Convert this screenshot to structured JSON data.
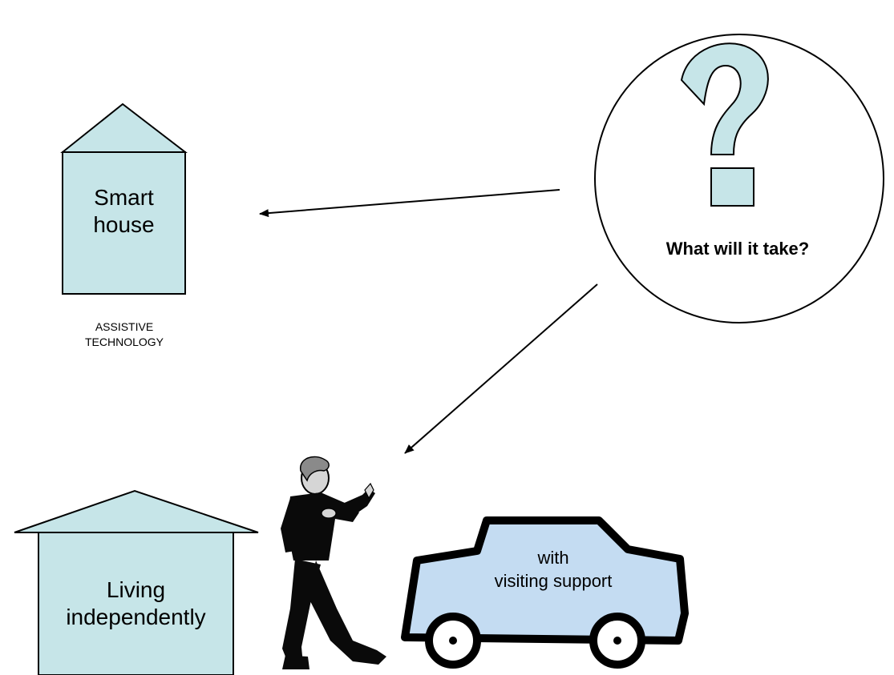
{
  "smart_house": {
    "line1": "Smart",
    "line2": "house"
  },
  "assistive_tech": {
    "line1": "ASSISTIVE",
    "line2": "TECHNOLOGY"
  },
  "question": {
    "caption": "What will it take?"
  },
  "independent_house": {
    "line1": "Living",
    "line2": "independently"
  },
  "car": {
    "line1": "with",
    "line2": "visiting support"
  },
  "colors": {
    "fill": "#c6e5e8",
    "car_fill": "#c4dcf2",
    "outline": "#000000",
    "person": "#0a0a0a",
    "skin": "#d6d6d6"
  }
}
